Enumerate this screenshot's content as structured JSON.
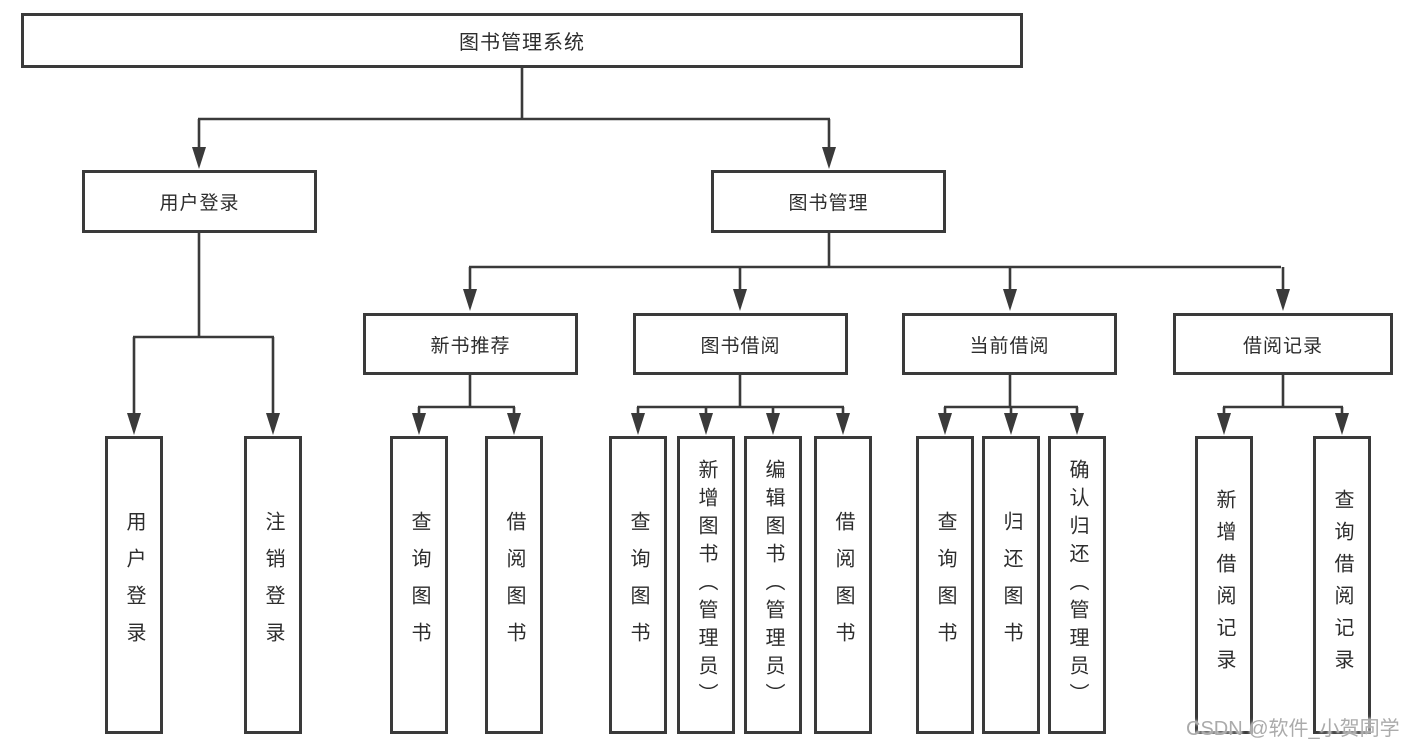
{
  "diagram": {
    "root": {
      "label": "图书管理系统"
    },
    "branches": {
      "user_login": {
        "label": "用户登录",
        "children": [
          {
            "label": "用户登录"
          },
          {
            "label": "注销登录"
          }
        ]
      },
      "book_management": {
        "label": "图书管理",
        "sections": [
          {
            "label": "新书推荐",
            "children": [
              {
                "label": "查询图书"
              },
              {
                "label": "借阅图书"
              }
            ]
          },
          {
            "label": "图书借阅",
            "children": [
              {
                "label": "查询图书"
              },
              {
                "label": "新增图书（管理员）"
              },
              {
                "label": "编辑图书（管理员）"
              },
              {
                "label": "借阅图书"
              }
            ]
          },
          {
            "label": "当前借阅",
            "children": [
              {
                "label": "查询图书"
              },
              {
                "label": "归还图书"
              },
              {
                "label": "确认归还（管理员）"
              }
            ]
          },
          {
            "label": "借阅记录",
            "children": [
              {
                "label": "新增借阅记录"
              },
              {
                "label": "查询借阅记录"
              }
            ]
          }
        ]
      }
    }
  },
  "watermark": {
    "text": "CSDN @软件_小贺同学"
  },
  "colors": {
    "line": "#3a3a3a",
    "text": "#2d2d2d",
    "watermark": "#ababab",
    "background": "#ffffff"
  }
}
